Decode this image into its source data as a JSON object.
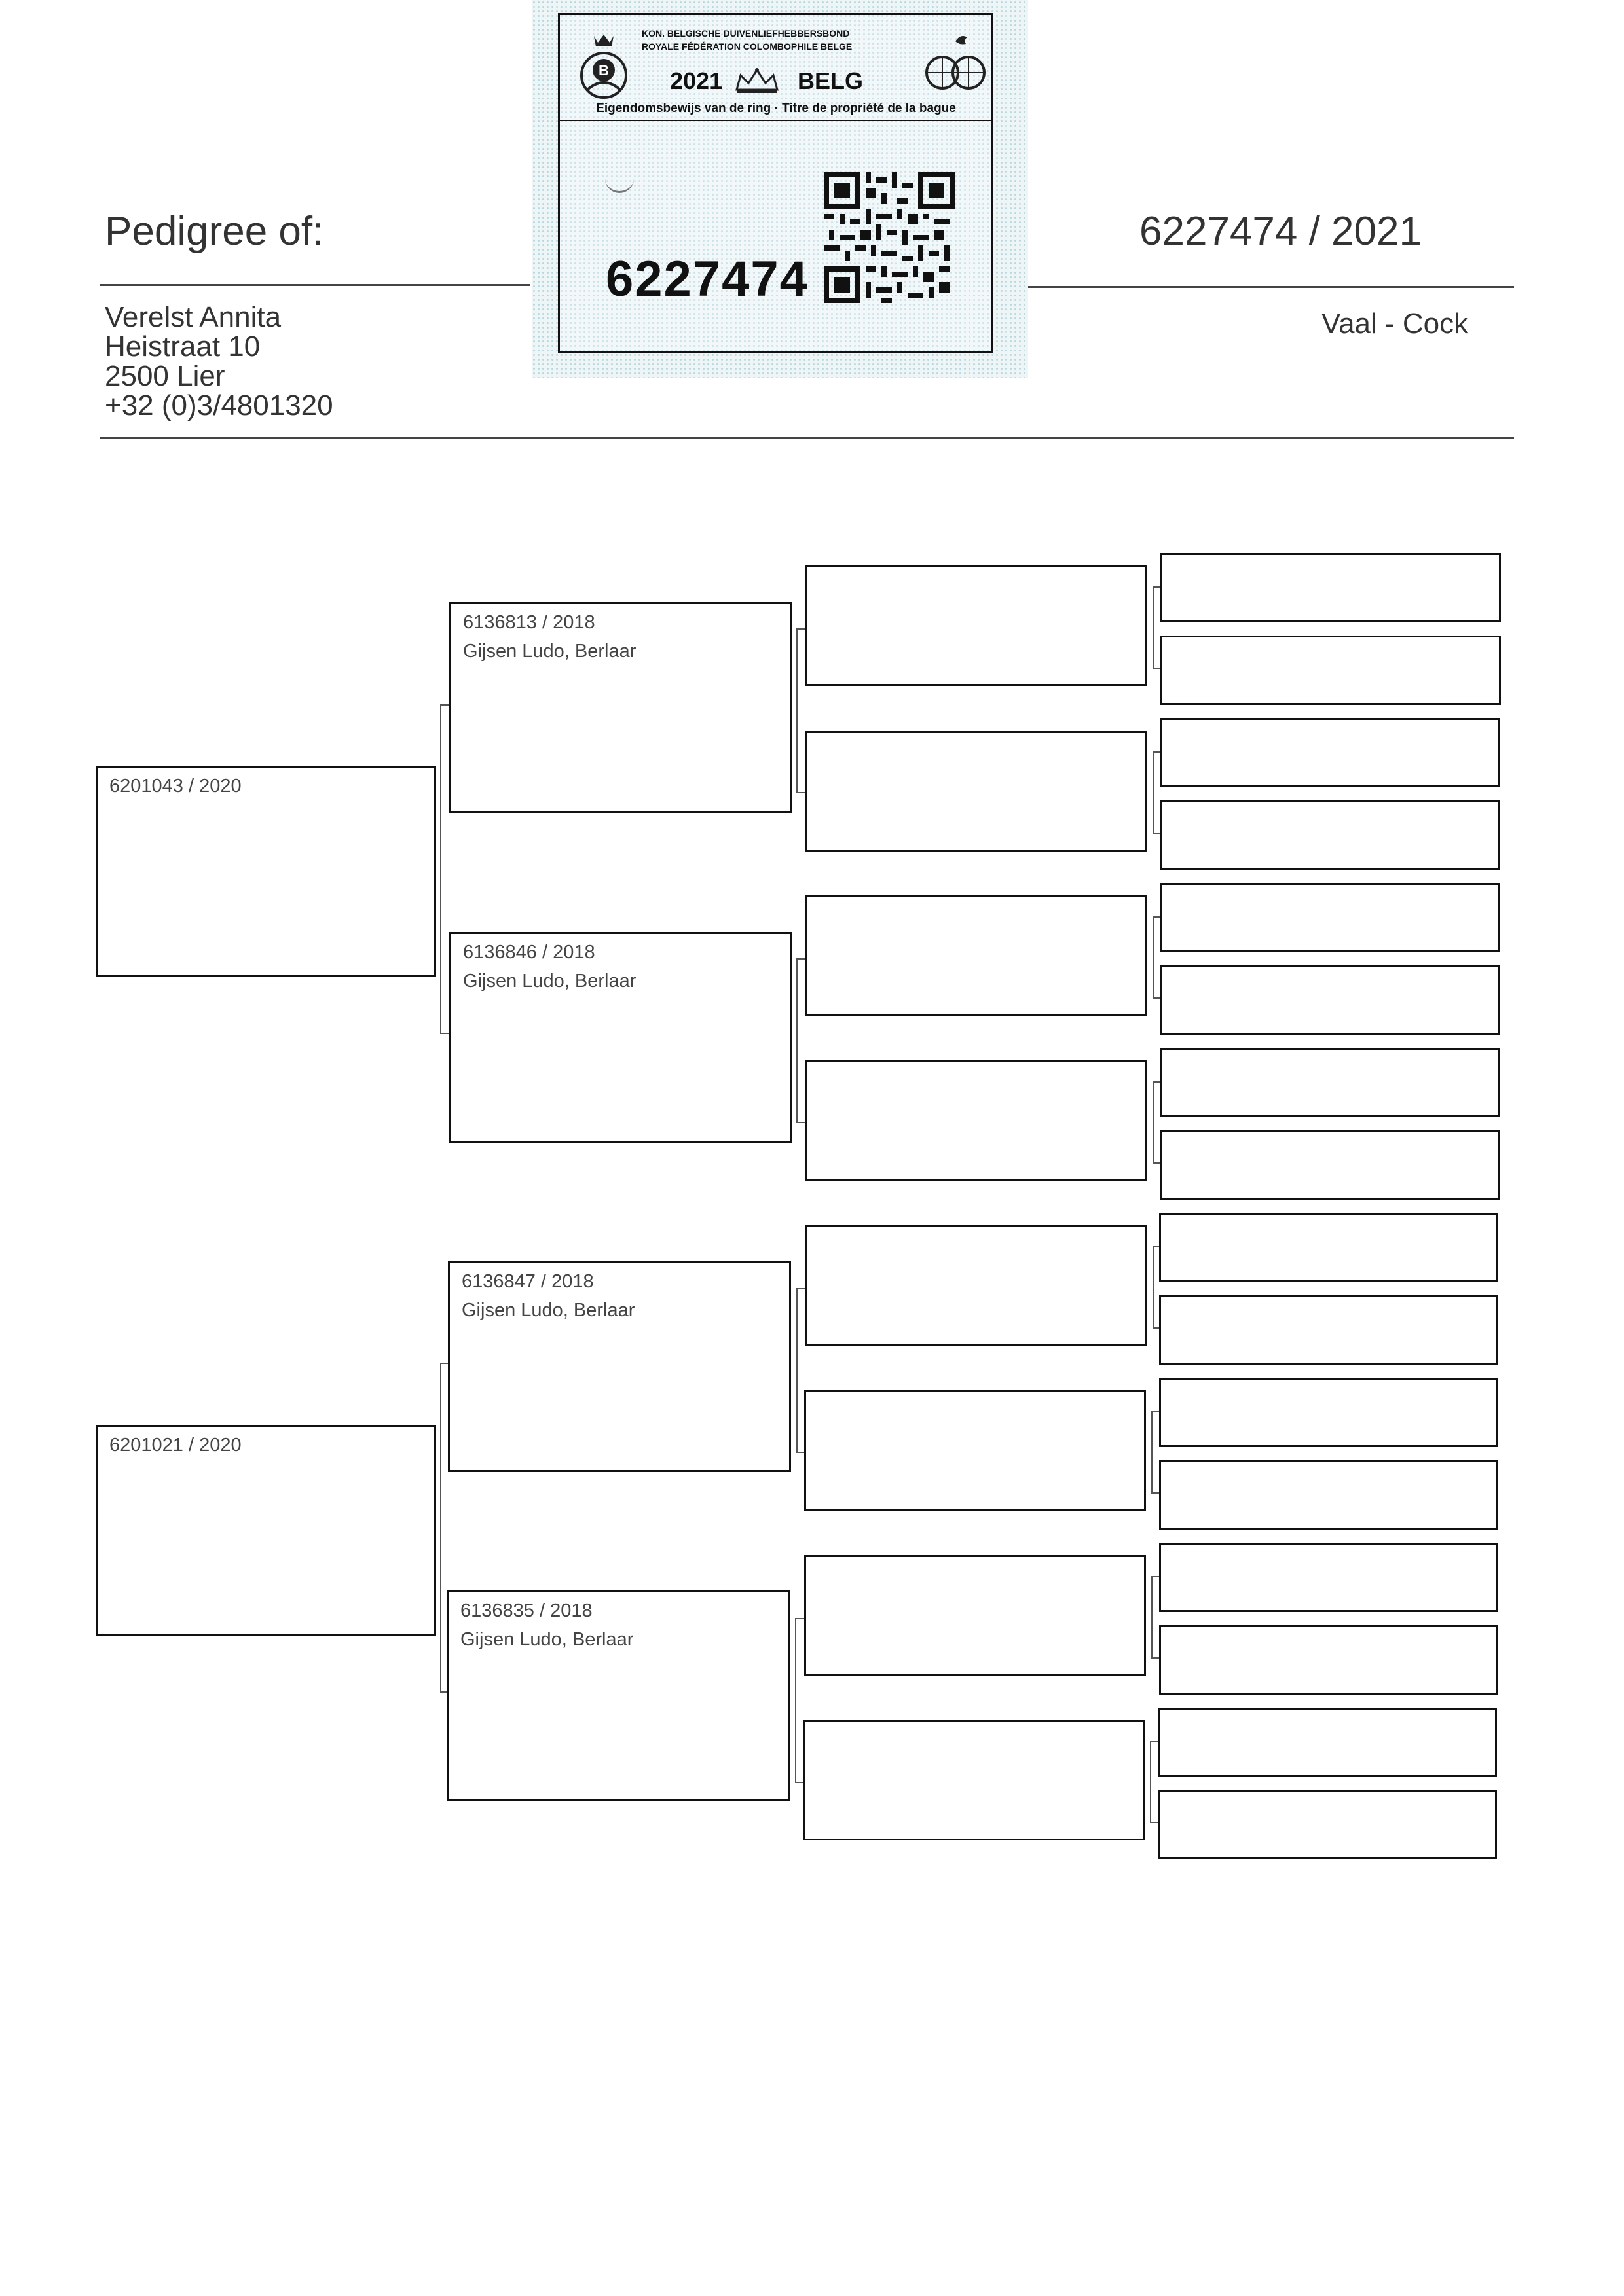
{
  "header": {
    "title": "Pedigree of:",
    "ring_number": "6227474 / 2021",
    "color_sex": "Vaal - Cock",
    "owner": {
      "name": "Verelst Annita",
      "street": "Heistraat 10",
      "city": "2500 Lier",
      "phone": "+32 (0)3/4801320"
    }
  },
  "ring_card": {
    "federation_nl": "KON. BELGISCHE DUIVENLIEFHEBBERSBOND",
    "federation_fr": "ROYALE FÉDÉRATION COLOMBOPHILE BELGE",
    "year": "2021",
    "country": "BELG",
    "property_title": "Eigendomsbewijs van de ring · Titre de propriété de la bague",
    "ring_number": "6227474",
    "colors": {
      "background": "#eef5f7",
      "dots": "#bcd8df"
    }
  },
  "pedigree": {
    "parents": [
      {
        "ring": "6201043 / 2020"
      },
      {
        "ring": "6201021 / 2020"
      }
    ],
    "grandparents": [
      {
        "ring": "6136813 / 2018",
        "owner": "Gijsen Ludo, Berlaar"
      },
      {
        "ring": "6136846 / 2018",
        "owner": "Gijsen Ludo, Berlaar"
      },
      {
        "ring": "6136847 / 2018",
        "owner": "Gijsen Ludo, Berlaar"
      },
      {
        "ring": "6136835 / 2018",
        "owner": "Gijsen Ludo, Berlaar"
      }
    ]
  }
}
